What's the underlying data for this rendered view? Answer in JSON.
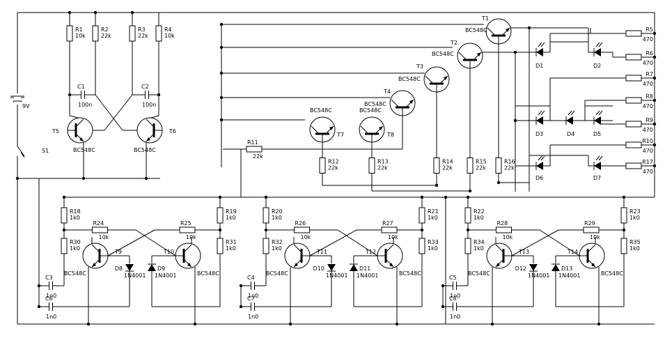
{
  "battery": {
    "label": "9V"
  },
  "switch": {
    "label": "S1"
  },
  "resistors": [
    {
      "name": "R1",
      "value": "10k"
    },
    {
      "name": "R2",
      "value": "22k"
    },
    {
      "name": "R3",
      "value": "22k"
    },
    {
      "name": "R4",
      "value": "10k"
    },
    {
      "name": "R5",
      "value": "470"
    },
    {
      "name": "R6",
      "value": "470"
    },
    {
      "name": "R7",
      "value": "470"
    },
    {
      "name": "R8",
      "value": "470"
    },
    {
      "name": "R9",
      "value": "470"
    },
    {
      "name": "R10",
      "value": "470"
    },
    {
      "name": "R11",
      "value": "22k"
    },
    {
      "name": "R12",
      "value": "22k"
    },
    {
      "name": "R13",
      "value": "22k"
    },
    {
      "name": "R14",
      "value": "22k"
    },
    {
      "name": "R15",
      "value": "22k"
    },
    {
      "name": "R16",
      "value": "22k"
    },
    {
      "name": "R17",
      "value": "470"
    },
    {
      "name": "R18",
      "value": "1k0"
    },
    {
      "name": "R19",
      "value": "1k0"
    },
    {
      "name": "R20",
      "value": "1k0"
    },
    {
      "name": "R21",
      "value": "1k0"
    },
    {
      "name": "R22",
      "value": "1k0"
    },
    {
      "name": "R23",
      "value": "1k0"
    },
    {
      "name": "R24",
      "value": "10k"
    },
    {
      "name": "R25",
      "value": "10k"
    },
    {
      "name": "R26",
      "value": "10k"
    },
    {
      "name": "R27",
      "value": "10k"
    },
    {
      "name": "R28",
      "value": "10k"
    },
    {
      "name": "R29",
      "value": "10k"
    },
    {
      "name": "R30",
      "value": "1k0"
    },
    {
      "name": "R31",
      "value": "1k0"
    },
    {
      "name": "R32",
      "value": "1k0"
    },
    {
      "name": "R33",
      "value": "1k0"
    },
    {
      "name": "R34",
      "value": "1k0"
    },
    {
      "name": "R35",
      "value": "1k0"
    }
  ],
  "capacitors": [
    {
      "name": "C1",
      "value": "100n"
    },
    {
      "name": "C2",
      "value": "100n"
    },
    {
      "name": "C3",
      "value": "1n0"
    },
    {
      "name": "C4",
      "value": "1n0"
    },
    {
      "name": "C5",
      "value": "1n0"
    },
    {
      "name": "C6",
      "value": "1n0"
    },
    {
      "name": "C7",
      "value": "1n0"
    },
    {
      "name": "C8",
      "value": "1n0"
    }
  ],
  "transistors": [
    {
      "name": "T1",
      "type": "BC548C"
    },
    {
      "name": "T2",
      "type": "BC548C"
    },
    {
      "name": "T3",
      "type": "BC548C"
    },
    {
      "name": "T4",
      "type": "BC548C"
    },
    {
      "name": "T5",
      "type": "BC548C"
    },
    {
      "name": "T6",
      "type": "BC548C"
    },
    {
      "name": "T7",
      "type": "BC548C"
    },
    {
      "name": "T8",
      "type": "BC548C"
    },
    {
      "name": "T9",
      "type": "BC548C"
    },
    {
      "name": "T10",
      "type": "BC548C"
    },
    {
      "name": "T11",
      "type": "BC548C"
    },
    {
      "name": "T12",
      "type": "BC548C"
    },
    {
      "name": "T13",
      "type": "BC548C"
    },
    {
      "name": "T14",
      "type": "BC548C"
    }
  ],
  "leds": [
    "D1",
    "D2",
    "D3",
    "D4",
    "D5",
    "D6",
    "D7"
  ],
  "diodes": [
    {
      "name": "D8",
      "type": "1N4001"
    },
    {
      "name": "D9",
      "type": "1N4001"
    },
    {
      "name": "D10",
      "type": "1N4001"
    },
    {
      "name": "D11",
      "type": "1N4001"
    },
    {
      "name": "D12",
      "type": "1N4001"
    },
    {
      "name": "D13",
      "type": "1N4001"
    }
  ]
}
